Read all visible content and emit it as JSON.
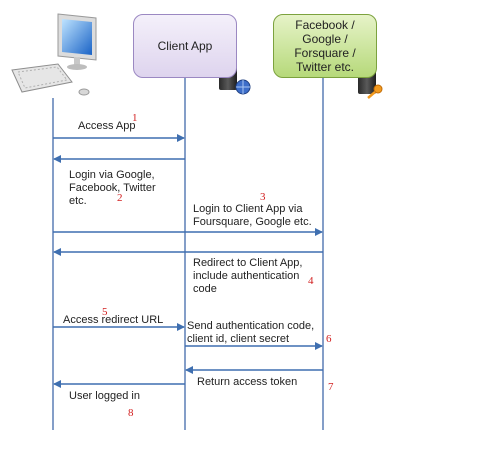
{
  "actors": {
    "client_app": "Client App",
    "provider": "Facebook /\nGoogle /\nForsquare /\nTwitter etc."
  },
  "steps": [
    {
      "number": "1",
      "label": "Access App",
      "from": "user",
      "to": "client"
    },
    {
      "number": "2",
      "label": "Login via Google,\nFacebook, Twitter\netc.",
      "from": "client",
      "to": "user"
    },
    {
      "number": "3",
      "label": "Login to Client App via\nFoursquare, Google etc.",
      "from": "user",
      "to": "provider"
    },
    {
      "number": "4",
      "label": "Redirect to Client App,\ninclude authentication\ncode",
      "from": "provider",
      "to": "user"
    },
    {
      "number": "5",
      "label": "Access redirect URL",
      "from": "user",
      "to": "client"
    },
    {
      "number": "6",
      "label": "Send authentication code,\nclient id, client secret",
      "from": "client",
      "to": "provider"
    },
    {
      "number": "7",
      "label": "Return access token",
      "from": "provider",
      "to": "client"
    },
    {
      "number": "8",
      "label": "User logged in",
      "from": "client",
      "to": "user"
    }
  ],
  "colors": {
    "arrow": "#3f6fb0",
    "lifeline": "#5b7fb5",
    "step_number": "#d22020"
  },
  "icons": [
    "computer-icon",
    "server-globe-icon",
    "server-key-icon"
  ]
}
